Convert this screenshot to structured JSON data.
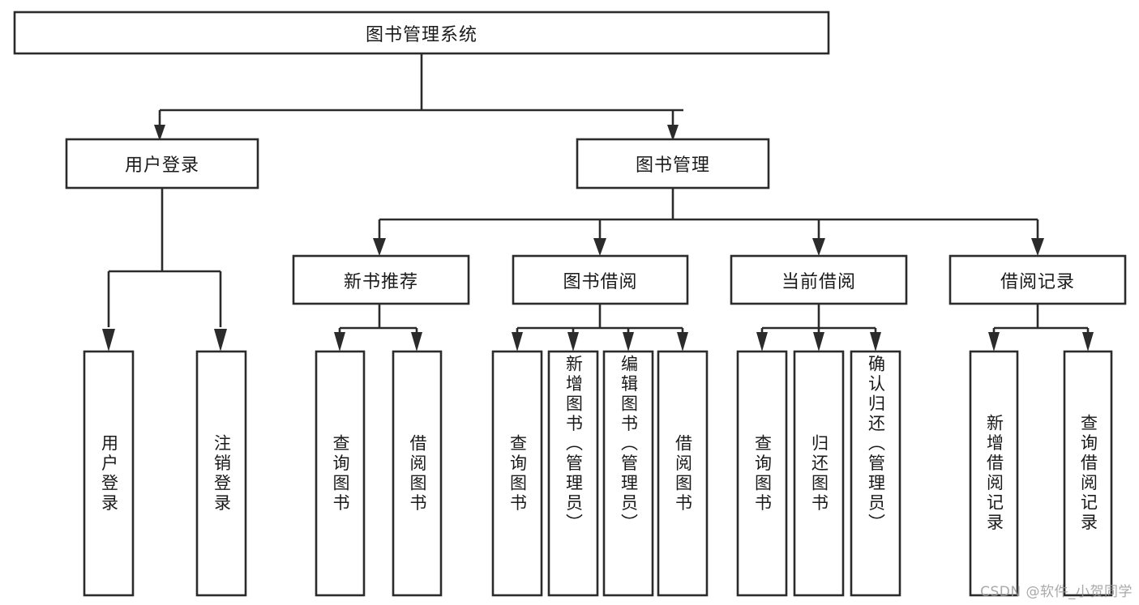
{
  "diagram": {
    "title": "图书管理系统",
    "type": "tree-hierarchy-diagram",
    "colors": {
      "stroke": "#2b2b2b",
      "fill": "#ffffff",
      "text": "#1a1a1a",
      "watermark": "#9a9a9a",
      "background": "#ffffff"
    },
    "root": {
      "label": "图书管理系统"
    },
    "level2": [
      {
        "label": "用户登录"
      },
      {
        "label": "图书管理"
      }
    ],
    "level3": [
      {
        "label": "新书推荐"
      },
      {
        "label": "图书借阅"
      },
      {
        "label": "当前借阅"
      },
      {
        "label": "借阅记录"
      }
    ],
    "leaves": {
      "user_login": [
        {
          "label": "用户登录"
        },
        {
          "label": "注销登录"
        }
      ],
      "new_book_recommend": [
        {
          "label": "查询图书"
        },
        {
          "label": "借阅图书"
        }
      ],
      "book_borrow": [
        {
          "label": "查询图书"
        },
        {
          "label": "新增图书（管理员）"
        },
        {
          "label": "编辑图书（管理员）"
        },
        {
          "label": "借阅图书"
        }
      ],
      "current_borrow": [
        {
          "label": "查询图书"
        },
        {
          "label": "归还图书"
        },
        {
          "label": "确认归还（管理员）"
        }
      ],
      "borrow_record": [
        {
          "label": "新增借阅记录"
        },
        {
          "label": "查询借阅记录"
        }
      ]
    },
    "watermark": "CSDN @软件_小贺同学"
  }
}
